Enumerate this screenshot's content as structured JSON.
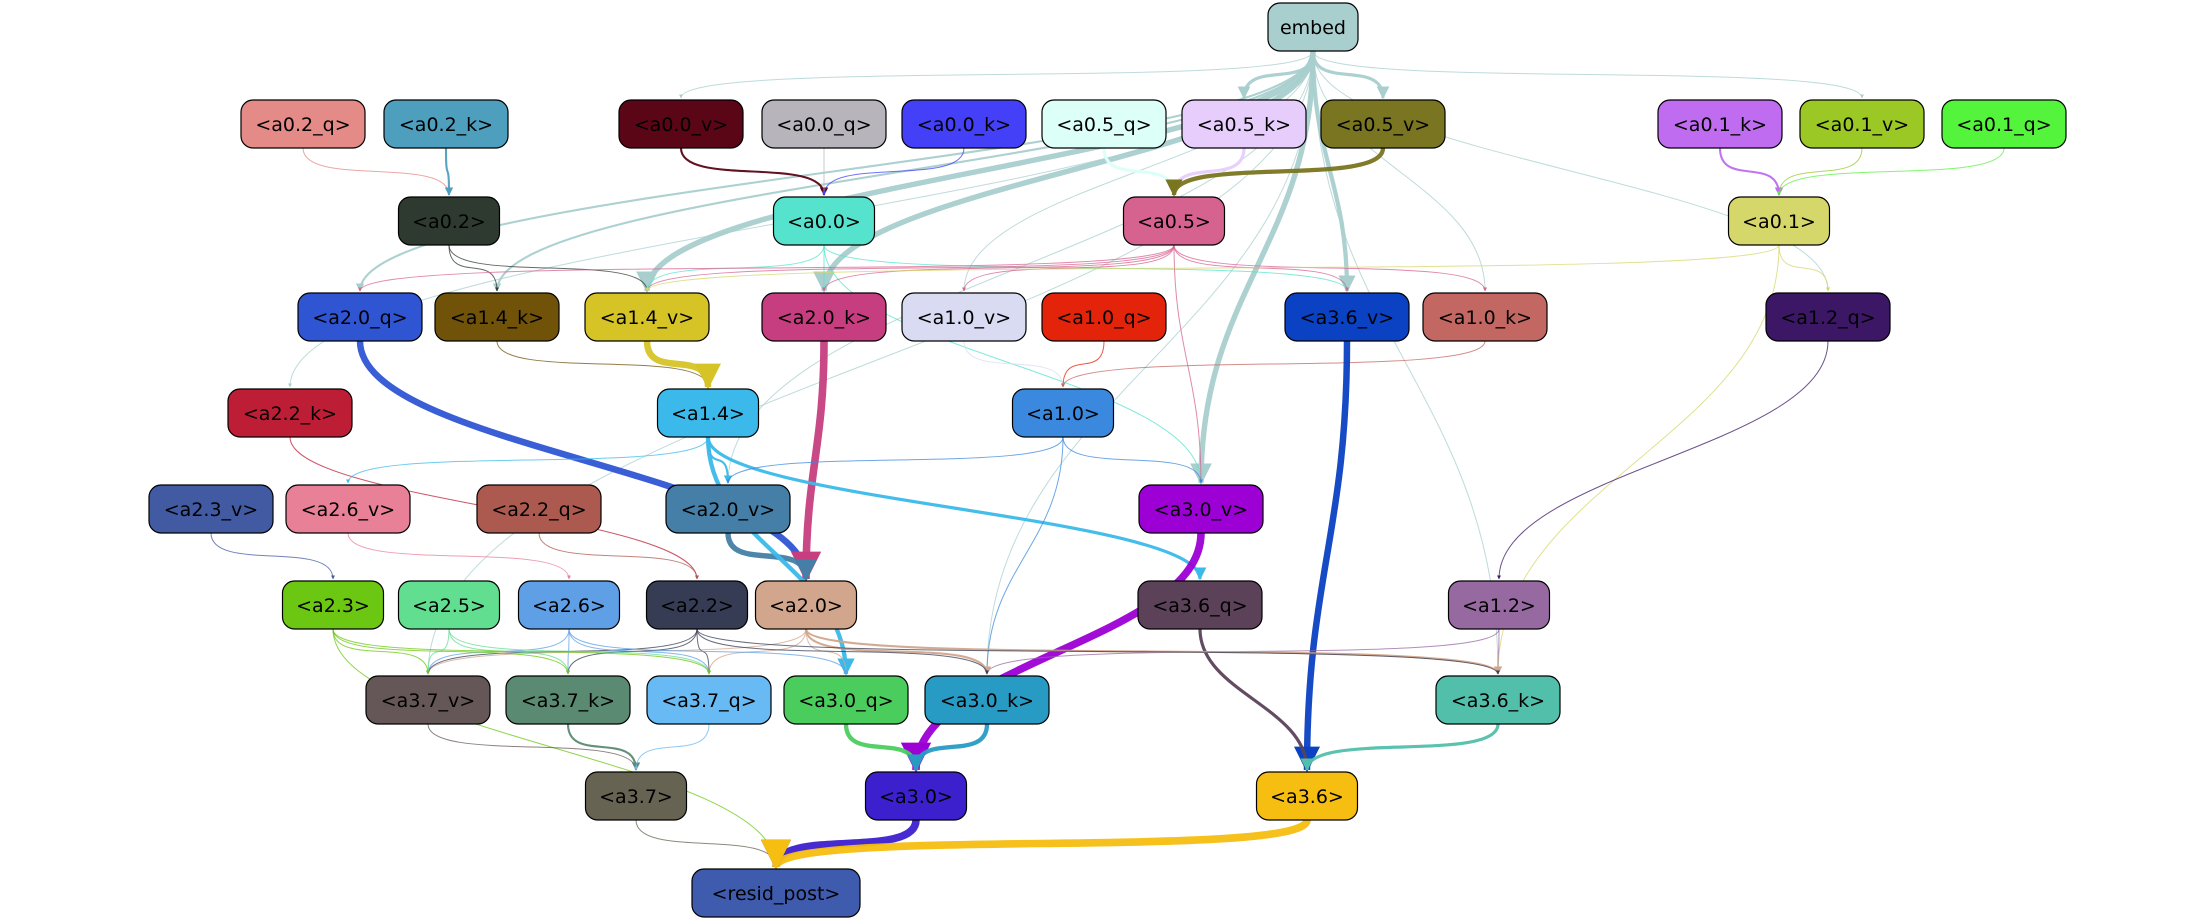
{
  "nodes": [
    {
      "id": "embed",
      "label": "embed",
      "fill": "#a8cfce",
      "text": "#000000"
    },
    {
      "id": "a0_2_q",
      "label": "<a0.2_q>",
      "fill": "#e48a87",
      "text": "#000000"
    },
    {
      "id": "a0_2_k",
      "label": "<a0.2_k>",
      "fill": "#4e9ebd",
      "text": "#000000"
    },
    {
      "id": "a0_0_v",
      "label": "<a0.0_v>",
      "fill": "#5a0616",
      "text": "#000000"
    },
    {
      "id": "a0_0_q",
      "label": "<a0.0_q>",
      "fill": "#b7b5bb",
      "text": "#000000"
    },
    {
      "id": "a0_0_k",
      "label": "<a0.0_k>",
      "fill": "#4440f7",
      "text": "#000000"
    },
    {
      "id": "a0_5_q",
      "label": "<a0.5_q>",
      "fill": "#dcfff8",
      "text": "#000000"
    },
    {
      "id": "a0_5_k",
      "label": "<a0.5_k>",
      "fill": "#e7cdfc",
      "text": "#000000"
    },
    {
      "id": "a0_5_v",
      "label": "<a0.5_v>",
      "fill": "#797521",
      "text": "#000000"
    },
    {
      "id": "a0_1_k",
      "label": "<a0.1_k>",
      "fill": "#bf6cf0",
      "text": "#000000"
    },
    {
      "id": "a0_1_v",
      "label": "<a0.1_v>",
      "fill": "#9bc824",
      "text": "#000000"
    },
    {
      "id": "a0_1_q",
      "label": "<a0.1_q>",
      "fill": "#55f43c",
      "text": "#000000"
    },
    {
      "id": "a0_2",
      "label": "<a0.2>",
      "fill": "#2e3a2f",
      "text": "#000000"
    },
    {
      "id": "a0_0",
      "label": "<a0.0>",
      "fill": "#56e3cd",
      "text": "#000000"
    },
    {
      "id": "a0_5",
      "label": "<a0.5>",
      "fill": "#d6628f",
      "text": "#000000"
    },
    {
      "id": "a0_1",
      "label": "<a0.1>",
      "fill": "#d6d76a",
      "text": "#000000"
    },
    {
      "id": "a2_0_q",
      "label": "<a2.0_q>",
      "fill": "#2f55d3",
      "text": "#000000"
    },
    {
      "id": "a1_4_k",
      "label": "<a1.4_k>",
      "fill": "#705309",
      "text": "#000000"
    },
    {
      "id": "a1_4_v",
      "label": "<a1.4_v>",
      "fill": "#d6c426",
      "text": "#000000"
    },
    {
      "id": "a2_0_k",
      "label": "<a2.0_k>",
      "fill": "#c63e7f",
      "text": "#000000"
    },
    {
      "id": "a1_0_v",
      "label": "<a1.0_v>",
      "fill": "#d9dbf3",
      "text": "#000000"
    },
    {
      "id": "a1_0_q",
      "label": "<a1.0_q>",
      "fill": "#e3240b",
      "text": "#000000"
    },
    {
      "id": "a3_6_v",
      "label": "<a3.6_v>",
      "fill": "#0b41c3",
      "text": "#000000"
    },
    {
      "id": "a1_0_k",
      "label": "<a1.0_k>",
      "fill": "#c26762",
      "text": "#000000"
    },
    {
      "id": "a1_2_q",
      "label": "<a1.2_q>",
      "fill": "#3b1765",
      "text": "#000000"
    },
    {
      "id": "a2_2_k",
      "label": "<a2.2_k>",
      "fill": "#be1e35",
      "text": "#000000"
    },
    {
      "id": "a1_4",
      "label": "<a1.4>",
      "fill": "#3bb9ea",
      "text": "#000000"
    },
    {
      "id": "a1_0",
      "label": "<a1.0>",
      "fill": "#3b89de",
      "text": "#000000"
    },
    {
      "id": "a2_3_v",
      "label": "<a2.3_v>",
      "fill": "#415aa2",
      "text": "#000000"
    },
    {
      "id": "a2_6_v",
      "label": "<a2.6_v>",
      "fill": "#e88098",
      "text": "#000000"
    },
    {
      "id": "a2_2_q",
      "label": "<a2.2_q>",
      "fill": "#ac5a4f",
      "text": "#000000"
    },
    {
      "id": "a2_0_v",
      "label": "<a2.0_v>",
      "fill": "#457ea7",
      "text": "#000000"
    },
    {
      "id": "a3_0_v",
      "label": "<a3.0_v>",
      "fill": "#9c00d5",
      "text": "#000000"
    },
    {
      "id": "a2_3",
      "label": "<a2.3>",
      "fill": "#6bc712",
      "text": "#000000"
    },
    {
      "id": "a2_5",
      "label": "<a2.5>",
      "fill": "#62de91",
      "text": "#000000"
    },
    {
      "id": "a2_6",
      "label": "<a2.6>",
      "fill": "#5e9fe6",
      "text": "#000000"
    },
    {
      "id": "a2_2",
      "label": "<a2.2>",
      "fill": "#353c53",
      "text": "#000000"
    },
    {
      "id": "a2_0",
      "label": "<a2.0>",
      "fill": "#d2a68c",
      "text": "#000000"
    },
    {
      "id": "a3_6_q",
      "label": "<a3.6_q>",
      "fill": "#5b4258",
      "text": "#000000"
    },
    {
      "id": "a1_2",
      "label": "<a1.2>",
      "fill": "#9669a1",
      "text": "#000000"
    },
    {
      "id": "a3_7_v",
      "label": "<a3.7_v>",
      "fill": "#655657",
      "text": "#000000"
    },
    {
      "id": "a3_7_k",
      "label": "<a3.7_k>",
      "fill": "#5a8a71",
      "text": "#000000"
    },
    {
      "id": "a3_7_q",
      "label": "<a3.7_q>",
      "fill": "#68baf4",
      "text": "#000000"
    },
    {
      "id": "a3_0_q",
      "label": "<a3.0_q>",
      "fill": "#4bcd5e",
      "text": "#000000"
    },
    {
      "id": "a3_0_k",
      "label": "<a3.0_k>",
      "fill": "#279bc4",
      "text": "#000000"
    },
    {
      "id": "a3_6_k",
      "label": "<a3.6_k>",
      "fill": "#51bfaa",
      "text": "#000000"
    },
    {
      "id": "a3_7",
      "label": "<a3.7>",
      "fill": "#666352",
      "text": "#000000"
    },
    {
      "id": "a3_0",
      "label": "<a3.0>",
      "fill": "#3d20cd",
      "text": "#000000"
    },
    {
      "id": "a3_6",
      "label": "<a3.6>",
      "fill": "#f6be10",
      "text": "#000000"
    },
    {
      "id": "resid_post",
      "label": "<resid_post>",
      "fill": "#3f5bad",
      "text": "#000000"
    }
  ],
  "edges": [
    {
      "from": "embed",
      "to": "a0_5_k",
      "color": "#a8cfce",
      "weight": 3
    },
    {
      "from": "embed",
      "to": "a0_5_v",
      "color": "#a8cfce",
      "weight": 3
    },
    {
      "from": "embed",
      "to": "a0_0_v",
      "color": "#a8cfce",
      "weight": 1
    },
    {
      "from": "embed",
      "to": "a0_1_v",
      "color": "#a8cfce",
      "weight": 1
    },
    {
      "from": "embed",
      "to": "a1_4_v",
      "color": "#a8cfce",
      "weight": 5
    },
    {
      "from": "embed",
      "to": "a2_0_k",
      "color": "#a8cfce",
      "weight": 5
    },
    {
      "from": "embed",
      "to": "a2_0_q",
      "color": "#a8cfce",
      "weight": 2
    },
    {
      "from": "embed",
      "to": "a1_4_k",
      "color": "#a8cfce",
      "weight": 2
    },
    {
      "from": "embed",
      "to": "a3_0_v",
      "color": "#a8cfce",
      "weight": 5
    },
    {
      "from": "embed",
      "to": "a3_6_v",
      "color": "#a8cfce",
      "weight": 4
    },
    {
      "from": "embed",
      "to": "a1_0_v",
      "color": "#a8cfce",
      "weight": 1
    },
    {
      "from": "embed",
      "to": "a1_0_k",
      "color": "#a8cfce",
      "weight": 1
    },
    {
      "from": "embed",
      "to": "a1_2_q",
      "color": "#a8cfce",
      "weight": 1
    },
    {
      "from": "embed",
      "to": "a2_2_k",
      "color": "#a8cfce",
      "weight": 1
    },
    {
      "from": "embed",
      "to": "a2_0_v",
      "color": "#a8cfce",
      "weight": 1
    },
    {
      "from": "embed",
      "to": "a3_7_v",
      "color": "#a8cfce",
      "weight": 1
    },
    {
      "from": "embed",
      "to": "a3_0_k",
      "color": "#a8cfce",
      "weight": 1
    },
    {
      "from": "embed",
      "to": "a3_6_k",
      "color": "#a8cfce",
      "weight": 1
    },
    {
      "from": "a0_2_q",
      "to": "a0_2",
      "color": "#e48a87",
      "weight": 1
    },
    {
      "from": "a0_2_k",
      "to": "a0_2",
      "color": "#4e9ebd",
      "weight": 2
    },
    {
      "from": "a0_0_v",
      "to": "a0_0",
      "color": "#5a0616",
      "weight": 2
    },
    {
      "from": "a0_0_q",
      "to": "a0_0",
      "color": "#b7b5bb",
      "weight": 1
    },
    {
      "from": "a0_0_k",
      "to": "a0_0",
      "color": "#4440f7",
      "weight": 1
    },
    {
      "from": "a0_5_q",
      "to": "a0_5",
      "color": "#dcfff8",
      "weight": 3
    },
    {
      "from": "a0_5_k",
      "to": "a0_5",
      "color": "#e7cdfc",
      "weight": 3
    },
    {
      "from": "a0_5_v",
      "to": "a0_5",
      "color": "#797521",
      "weight": 4
    },
    {
      "from": "a0_1_k",
      "to": "a0_1",
      "color": "#bf6cf0",
      "weight": 2
    },
    {
      "from": "a0_1_v",
      "to": "a0_1",
      "color": "#9bc824",
      "weight": 1
    },
    {
      "from": "a0_1_q",
      "to": "a0_1",
      "color": "#55f43c",
      "weight": 1
    },
    {
      "from": "a0_2",
      "to": "a1_4_k",
      "color": "#2e3a2f",
      "weight": 1
    },
    {
      "from": "a0_2",
      "to": "a1_4_v",
      "color": "#2e3a2f",
      "weight": 1
    },
    {
      "from": "a0_0",
      "to": "a1_4_v",
      "color": "#56e3cd",
      "weight": 1
    },
    {
      "from": "a0_0",
      "to": "a2_0_k",
      "color": "#56e3cd",
      "weight": 1
    },
    {
      "from": "a0_0",
      "to": "a3_6_v",
      "color": "#56e3cd",
      "weight": 1
    },
    {
      "from": "a0_0",
      "to": "a3_0_v",
      "color": "#56e3cd",
      "weight": 1
    },
    {
      "from": "a0_5",
      "to": "a2_0_q",
      "color": "#d6628f",
      "weight": 1
    },
    {
      "from": "a0_5",
      "to": "a1_4_v",
      "color": "#d6628f",
      "weight": 1
    },
    {
      "from": "a0_5",
      "to": "a2_0_k",
      "color": "#d6628f",
      "weight": 1
    },
    {
      "from": "a0_5",
      "to": "a1_0_v",
      "color": "#d6628f",
      "weight": 1
    },
    {
      "from": "a0_5",
      "to": "a3_6_v",
      "color": "#d6628f",
      "weight": 1
    },
    {
      "from": "a0_5",
      "to": "a1_0_k",
      "color": "#d6628f",
      "weight": 1
    },
    {
      "from": "a0_5",
      "to": "a3_0_v",
      "color": "#d6628f",
      "weight": 1
    },
    {
      "from": "a0_1",
      "to": "a1_4_v",
      "color": "#d6d76a",
      "weight": 1
    },
    {
      "from": "a0_1",
      "to": "a1_2_q",
      "color": "#d6d76a",
      "weight": 1
    },
    {
      "from": "a0_1",
      "to": "a3_6_k",
      "color": "#d6d76a",
      "weight": 1
    },
    {
      "from": "a1_4_k",
      "to": "a1_4",
      "color": "#705309",
      "weight": 1
    },
    {
      "from": "a1_4_v",
      "to": "a1_4",
      "color": "#d6c426",
      "weight": 6
    },
    {
      "from": "a1_0_v",
      "to": "a1_0",
      "color": "#d9dbf3",
      "weight": 1
    },
    {
      "from": "a1_0_q",
      "to": "a1_0",
      "color": "#e3240b",
      "weight": 1
    },
    {
      "from": "a1_0_k",
      "to": "a1_0",
      "color": "#c26762",
      "weight": 1
    },
    {
      "from": "a1_2_q",
      "to": "a1_2",
      "color": "#3b1765",
      "weight": 1
    },
    {
      "from": "a2_0_q",
      "to": "a2_0",
      "color": "#2f55d3",
      "weight": 6
    },
    {
      "from": "a2_0_k",
      "to": "a2_0",
      "color": "#c63e7f",
      "weight": 7
    },
    {
      "from": "a2_0_v",
      "to": "a2_0",
      "color": "#457ea7",
      "weight": 5
    },
    {
      "from": "a2_2_k",
      "to": "a2_2",
      "color": "#be1e35",
      "weight": 1
    },
    {
      "from": "a2_2_q",
      "to": "a2_2",
      "color": "#ac5a4f",
      "weight": 1
    },
    {
      "from": "a2_3_v",
      "to": "a2_3",
      "color": "#415aa2",
      "weight": 1
    },
    {
      "from": "a2_6_v",
      "to": "a2_6",
      "color": "#e88098",
      "weight": 1
    },
    {
      "from": "a1_4",
      "to": "a2_0_v",
      "color": "#3bb9ea",
      "weight": 2
    },
    {
      "from": "a1_4",
      "to": "a2_6_v",
      "color": "#3bb9ea",
      "weight": 1
    },
    {
      "from": "a1_4",
      "to": "a3_6_q",
      "color": "#3bb9ea",
      "weight": 3
    },
    {
      "from": "a1_4",
      "to": "a3_0_q",
      "color": "#3bb9ea",
      "weight": 4
    },
    {
      "from": "a1_0",
      "to": "a2_0_v",
      "color": "#3b89de",
      "weight": 1
    },
    {
      "from": "a1_0",
      "to": "a3_0_v",
      "color": "#3b89de",
      "weight": 1
    },
    {
      "from": "a1_0",
      "to": "a3_0_k",
      "color": "#3b89de",
      "weight": 1
    },
    {
      "from": "a3_0_v",
      "to": "a3_0",
      "color": "#9c00d5",
      "weight": 7
    },
    {
      "from": "a3_6_v",
      "to": "a3_6",
      "color": "#0b41c3",
      "weight": 6
    },
    {
      "from": "a3_6_q",
      "to": "a3_6",
      "color": "#5b4258",
      "weight": 3
    },
    {
      "from": "a1_2",
      "to": "a3_6_k",
      "color": "#9669a1",
      "weight": 1
    },
    {
      "from": "a1_2",
      "to": "a3_0_k",
      "color": "#9669a1",
      "weight": 1
    },
    {
      "from": "a2_0",
      "to": "a3_6_k",
      "color": "#d2a68c",
      "weight": 2
    },
    {
      "from": "a2_0",
      "to": "a3_0_k",
      "color": "#d2a68c",
      "weight": 2
    },
    {
      "from": "a2_0",
      "to": "a3_0_q",
      "color": "#d2a68c",
      "weight": 1
    },
    {
      "from": "a2_0",
      "to": "a3_7_q",
      "color": "#d2a68c",
      "weight": 1
    },
    {
      "from": "a2_0",
      "to": "a3_7_v",
      "color": "#d2a68c",
      "weight": 1
    },
    {
      "from": "a2_2",
      "to": "a3_7_v",
      "color": "#353c53",
      "weight": 1
    },
    {
      "from": "a2_2",
      "to": "a3_7_k",
      "color": "#353c53",
      "weight": 1
    },
    {
      "from": "a2_2",
      "to": "a3_7_q",
      "color": "#353c53",
      "weight": 1
    },
    {
      "from": "a2_2",
      "to": "a3_0_k",
      "color": "#353c53",
      "weight": 1
    },
    {
      "from": "a2_2",
      "to": "a3_6_k",
      "color": "#353c53",
      "weight": 1
    },
    {
      "from": "a2_6",
      "to": "a3_7_v",
      "color": "#5e9fe6",
      "weight": 1
    },
    {
      "from": "a2_6",
      "to": "a3_7_k",
      "color": "#5e9fe6",
      "weight": 1
    },
    {
      "from": "a2_6",
      "to": "a3_7_q",
      "color": "#5e9fe6",
      "weight": 1
    },
    {
      "from": "a2_6",
      "to": "a3_0_q",
      "color": "#5e9fe6",
      "weight": 1
    },
    {
      "from": "a2_5",
      "to": "a3_7_v",
      "color": "#62de91",
      "weight": 1
    },
    {
      "from": "a2_5",
      "to": "a3_7_k",
      "color": "#62de91",
      "weight": 1
    },
    {
      "from": "a2_5",
      "to": "a3_7_q",
      "color": "#62de91",
      "weight": 1
    },
    {
      "from": "a2_3",
      "to": "a3_7_v",
      "color": "#6bc712",
      "weight": 1
    },
    {
      "from": "a2_3",
      "to": "a3_7_k",
      "color": "#6bc712",
      "weight": 1
    },
    {
      "from": "a2_3",
      "to": "a3_7_q",
      "color": "#6bc712",
      "weight": 1
    },
    {
      "from": "a2_3",
      "to": "resid_post",
      "color": "#6bc712",
      "weight": 1
    },
    {
      "from": "a3_6_k",
      "to": "a3_6",
      "color": "#51bfaa",
      "weight": 3
    },
    {
      "from": "a3_0_q",
      "to": "a3_0",
      "color": "#4bcd5e",
      "weight": 4
    },
    {
      "from": "a3_0_k",
      "to": "a3_0",
      "color": "#279bc4",
      "weight": 4
    },
    {
      "from": "a3_7_v",
      "to": "a3_7",
      "color": "#655657",
      "weight": 1
    },
    {
      "from": "a3_7_k",
      "to": "a3_7",
      "color": "#5a8a71",
      "weight": 2
    },
    {
      "from": "a3_7_q",
      "to": "a3_7",
      "color": "#68baf4",
      "weight": 1
    },
    {
      "from": "a3_7",
      "to": "resid_post",
      "color": "#666352",
      "weight": 1
    },
    {
      "from": "a3_0",
      "to": "resid_post",
      "color": "#3d20cd",
      "weight": 7
    },
    {
      "from": "a3_6",
      "to": "resid_post",
      "color": "#f6be10",
      "weight": 7
    }
  ]
}
